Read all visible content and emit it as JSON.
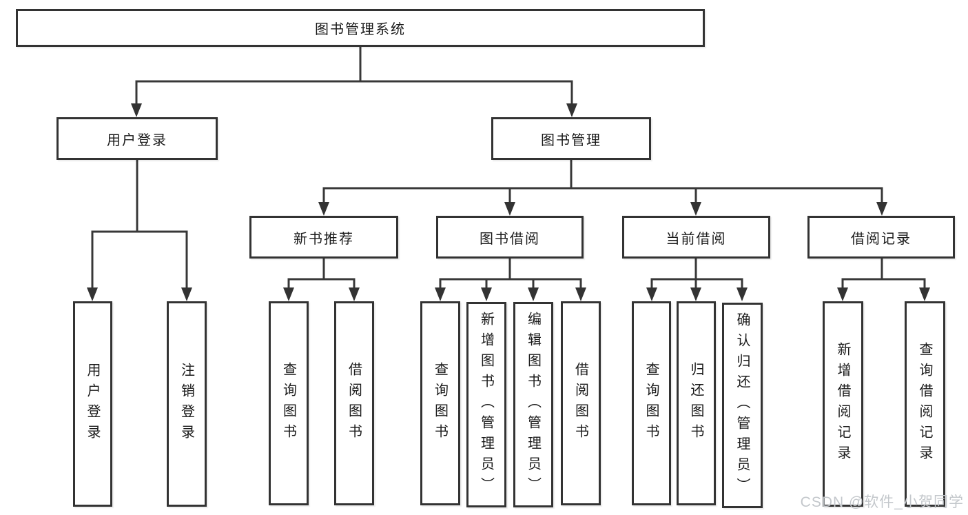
{
  "diagram": {
    "root": "图书管理系统",
    "user": {
      "label": "用户登录",
      "children": [
        "用户登录",
        "注销登录"
      ]
    },
    "mgmt": {
      "label": "图书管理",
      "groups": [
        {
          "label": "新书推荐",
          "children": [
            "查询图书",
            "借阅图书"
          ]
        },
        {
          "label": "图书借阅",
          "children": [
            "查询图书",
            "新增图书（管理员）",
            "编辑图书（管理员）",
            "借阅图书"
          ]
        },
        {
          "label": "当前借阅",
          "children": [
            "查询图书",
            "归还图书",
            "确认归还（管理员）"
          ]
        },
        {
          "label": "借阅记录",
          "children": [
            "新增借阅记录",
            "查询借阅记录"
          ]
        }
      ]
    }
  },
  "watermark": "CSDN @软件_小贺同学",
  "colors": {
    "line": "#383838",
    "box_border": "#333333",
    "text": "#1a1a1a",
    "watermark": "#c3c7cb",
    "background": "#ffffff"
  }
}
